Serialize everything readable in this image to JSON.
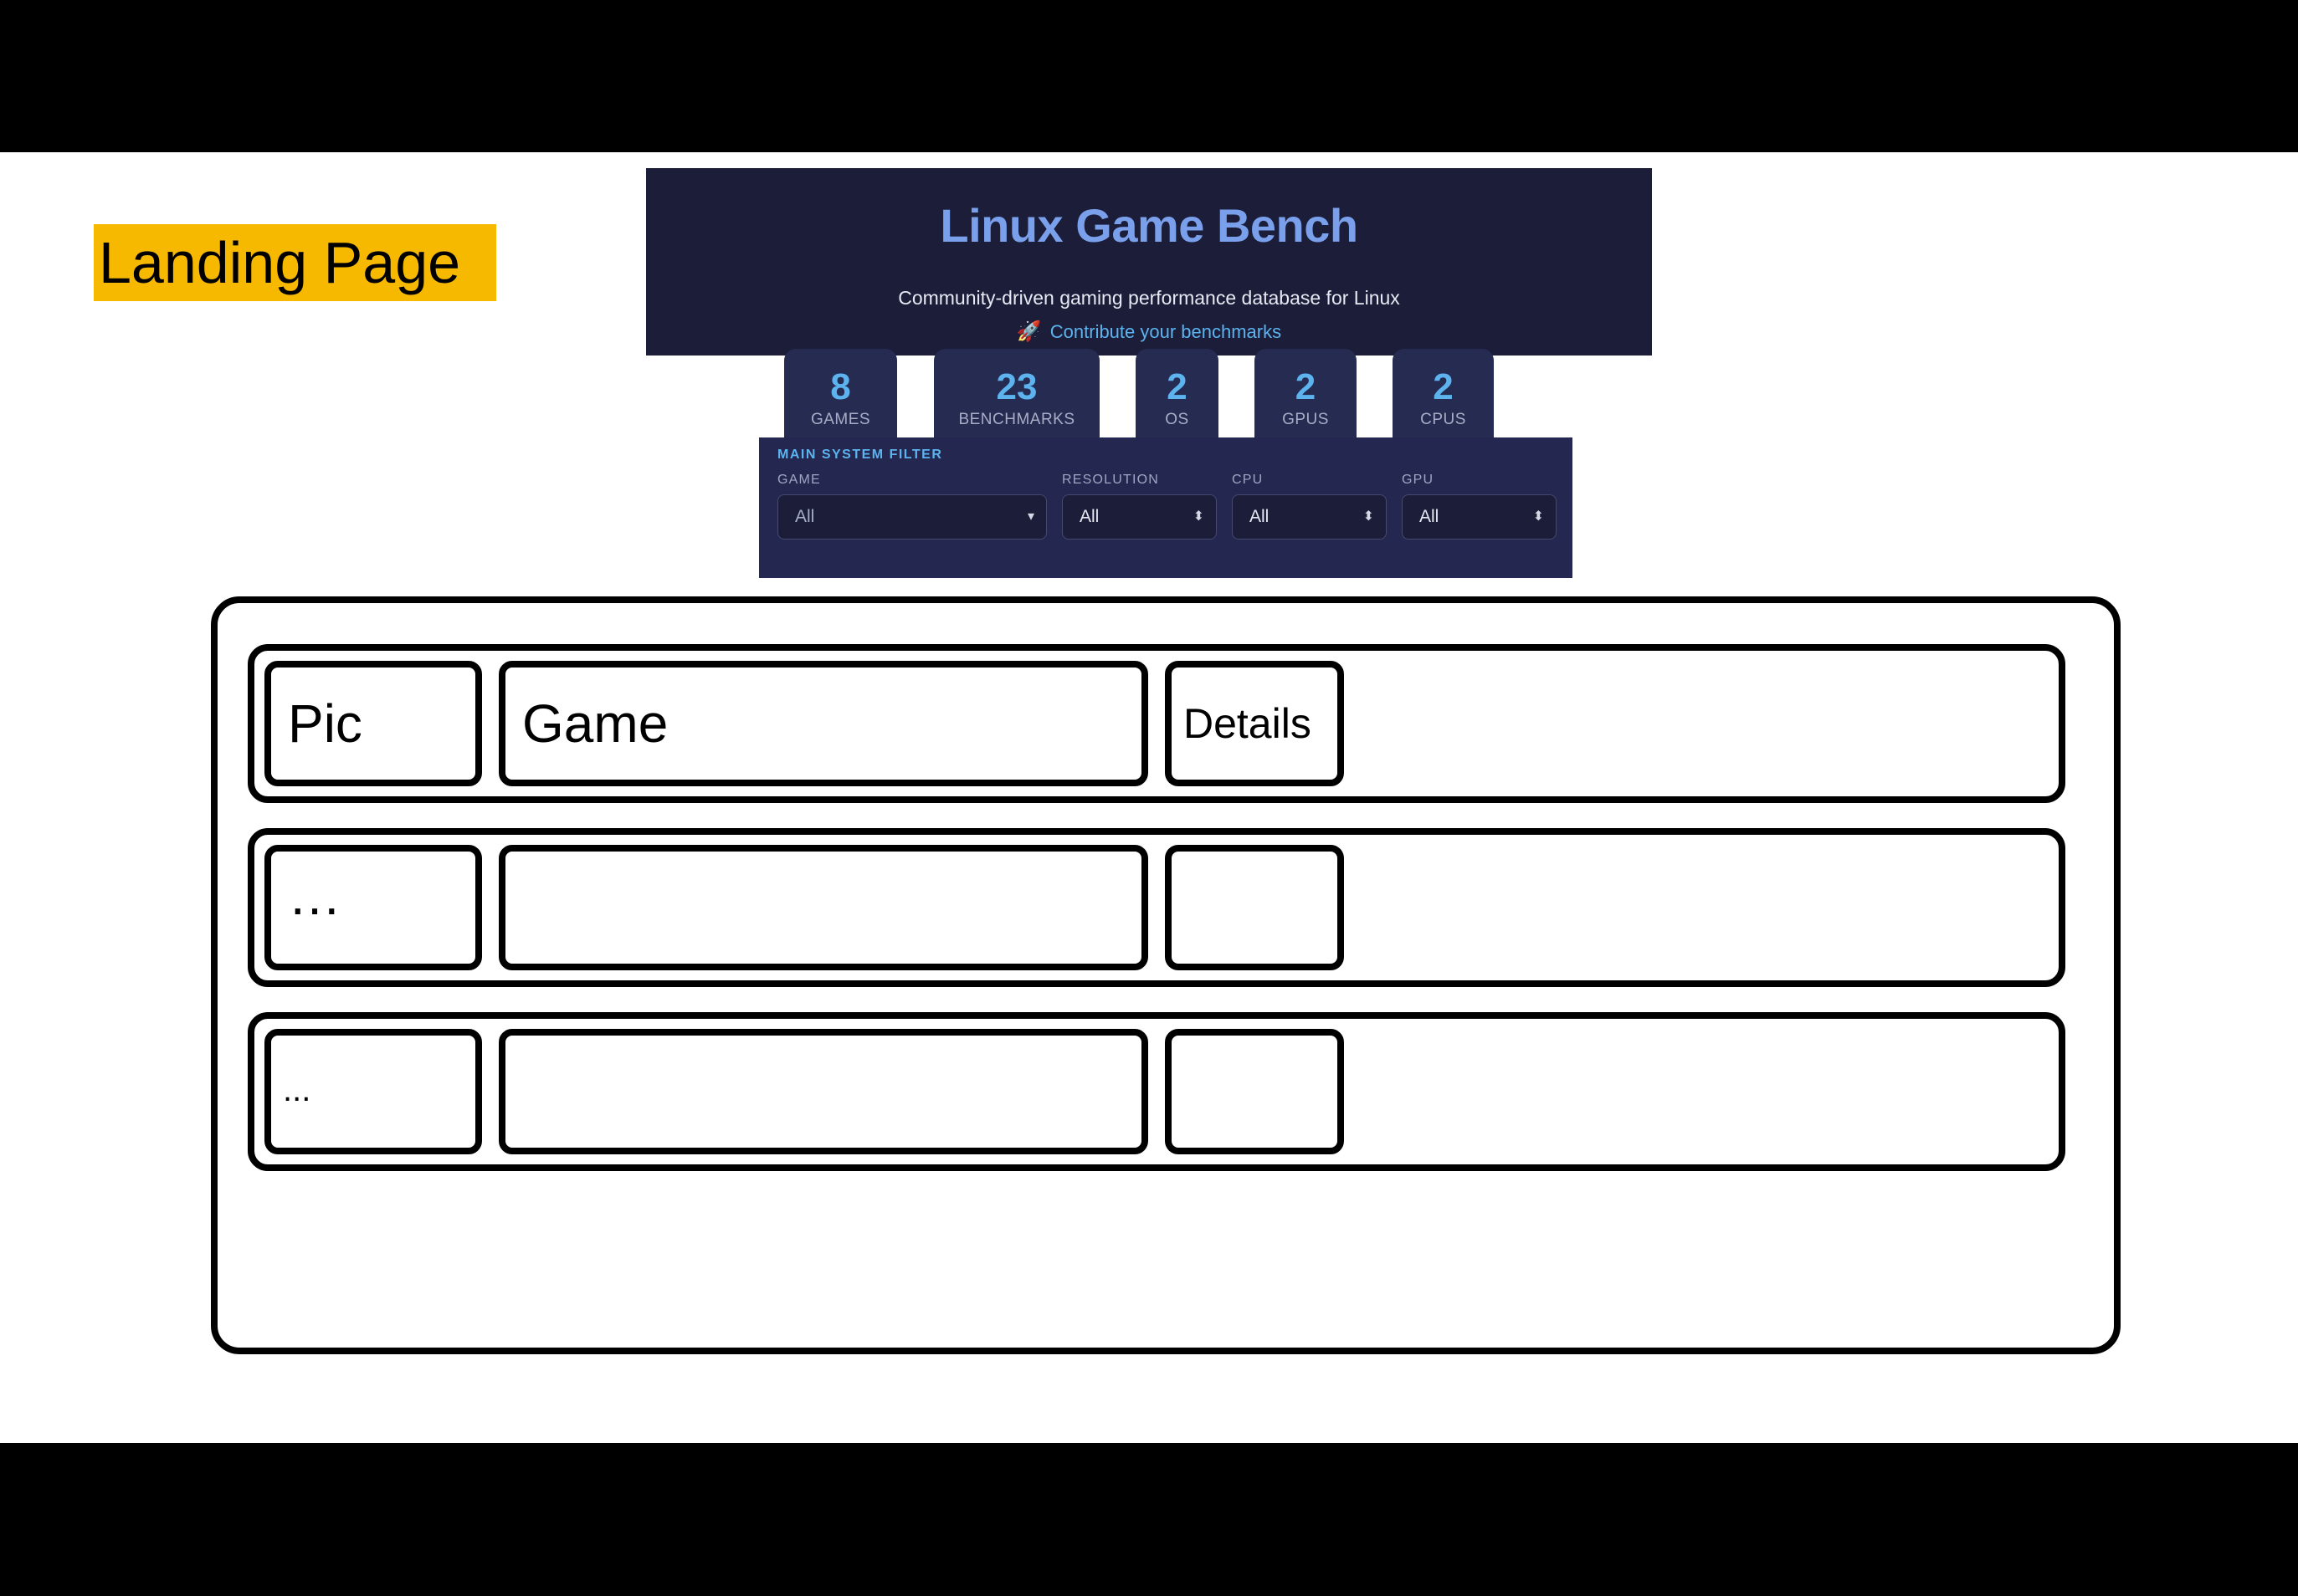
{
  "page_label": "Landing Page",
  "header": {
    "title": "Linux Game Bench",
    "subtitle": "Community-driven gaming performance database for Linux",
    "cta_icon": "🚀",
    "cta_label": "Contribute your benchmarks"
  },
  "stats": [
    {
      "value": "8",
      "label": "GAMES"
    },
    {
      "value": "23",
      "label": "BENCHMARKS"
    },
    {
      "value": "2",
      "label": "OS"
    },
    {
      "value": "2",
      "label": "GPUS"
    },
    {
      "value": "2",
      "label": "CPUS"
    }
  ],
  "filter": {
    "heading": "MAIN SYSTEM FILTER",
    "fields": [
      {
        "label": "GAME",
        "value": "All",
        "caret": "▾"
      },
      {
        "label": "RESOLUTION",
        "value": "All",
        "caret": "⬍"
      },
      {
        "label": "CPU",
        "value": "All",
        "caret": "⬍"
      },
      {
        "label": "GPU",
        "value": "All",
        "caret": "⬍"
      }
    ]
  },
  "wireframe": {
    "rows": [
      {
        "pic": "Pic",
        "game": "Game",
        "details": "Details"
      },
      {
        "pic": "…",
        "game": "",
        "details": ""
      },
      {
        "pic": "...",
        "game": "",
        "details": ""
      }
    ]
  },
  "colors": {
    "page_label_bg": "#f7b900",
    "header_bg": "#1b1d39",
    "title": "#7aa0ec",
    "accent": "#5db3ee",
    "panel_bg": "#242850"
  }
}
